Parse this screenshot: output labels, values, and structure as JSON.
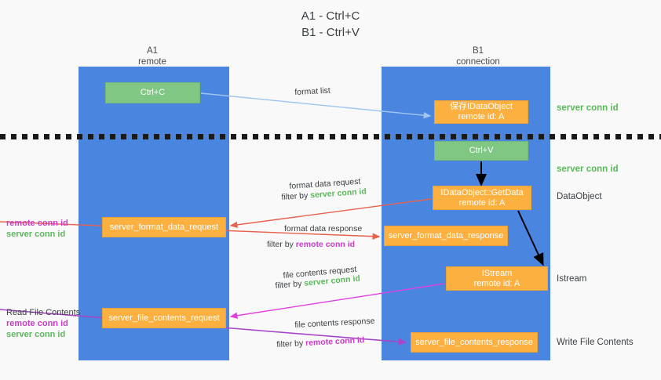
{
  "title": "A1 - Ctrl+C\nB1 - Ctrl+V",
  "columns": {
    "a1": "A1\nremote",
    "b1": "B1\nconnection"
  },
  "colors": {
    "lane": "#4a86e0",
    "green_node": "#81c784",
    "orange_node": "#fbb040",
    "server_conn_id": "#5bb85b",
    "remote_conn_id": "#c83ec8",
    "divider": "#1a1a1a",
    "background": "#f9f9f9",
    "arrow_blue": "#9fc5f0",
    "arrow_red": "#e8614d",
    "arrow_magenta": "#e040e0",
    "arrow_purple": "#a846c8",
    "arrow_black": "#000000"
  },
  "nodes": {
    "ctrl_c": "Ctrl+C",
    "save_idataobject": "保存IDataObject\nremote id: A",
    "ctrl_v": "Ctrl+V",
    "getdata": "IDataObject::GetData\nremote id: A",
    "istream": "IStream\nremote id: A",
    "server_format_data_request": "server_format_data_request",
    "server_format_data_response": "server_format_data_response",
    "server_file_contents_request": "server_file_contents_request",
    "server_file_contents_response": "server_file_contents_response"
  },
  "right_labels": {
    "conn_id_1": "server conn id",
    "conn_id_2": "server conn id",
    "dataobject": "DataObject",
    "istream": "Istream",
    "write_file_contents": "Write File Contents"
  },
  "left_labels": {
    "read_file_contents": "Read File Contents",
    "remote_conn_id": "remote conn id",
    "server_conn_id": "server conn id"
  },
  "edge_labels": {
    "format_list": "format list",
    "format_data_request": "format data request",
    "format_data_request_filter_prefix": "filter by ",
    "format_data_request_filter_value": "server conn id",
    "format_data_response": "format data response",
    "format_data_response_filter_prefix": "filter by ",
    "format_data_response_filter_value": "remote conn id",
    "file_contents_request": "file contents request",
    "file_contents_request_filter_prefix": "filter by ",
    "file_contents_request_filter_value": "server conn id",
    "file_contents_response": "file contents response",
    "file_contents_response_filter_prefix": "filter by ",
    "file_contents_response_filter_value": "remote conn id"
  }
}
